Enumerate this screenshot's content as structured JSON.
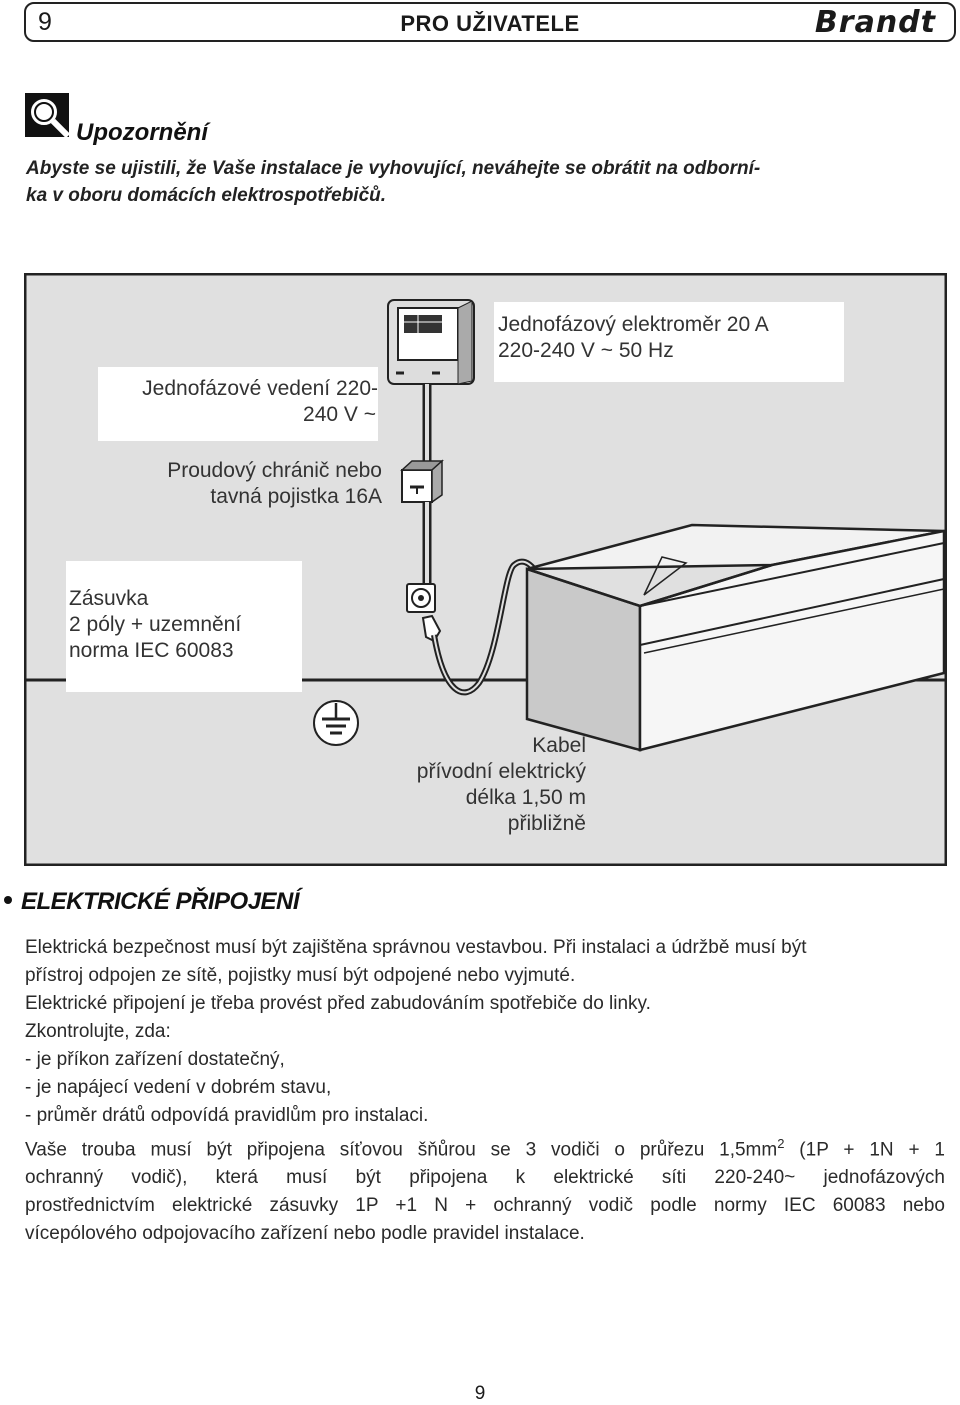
{
  "header": {
    "page_number": "9",
    "title": "PRO UŽIVATELE",
    "brand": "Brandt"
  },
  "warning": {
    "icon": "magnifier-icon",
    "title": "Upozornění",
    "lines": [
      "Abyste se ujistili, že Vaše instalace je vyhovující, neváhejte se obrátit na odborní-",
      "ka v oboru domácích elektrospotřebičů."
    ]
  },
  "diagram": {
    "meter_label": [
      "Jednofázový elektroměr 20 A",
      "220-240 V ~ 50 Hz"
    ],
    "line_label": [
      "Jednofázové vedení 220-",
      "240 V ~"
    ],
    "breaker_label": [
      "Proudový chránič nebo",
      "tavná pojistka 16A"
    ],
    "socket_label": [
      "Zásuvka",
      "2 póly + uzemnění",
      "norma IEC 60083"
    ],
    "cable_label": [
      "Kabel",
      "přívodní elektrický",
      "délka 1,50 m",
      "přibližně"
    ],
    "colors": {
      "background": "#e0e0e0",
      "stroke": "#222222"
    }
  },
  "section": {
    "title": "ELEKTRICKÉ PŘIPOJENÍ",
    "paragraphs": [
      "Elektrická bezpečnost musí být zajištěna správnou vestavbou. Při instalaci a údržbě musí být",
      "přístroj odpojen ze sítě, pojistky musí být odpojené nebo vyjmuté.",
      "Elektrické připojení je třeba provést před zabudováním spotřebiče do linky.",
      "Zkontrolujte, zda:",
      "- je příkon zařízení dostatečný,",
      "- je napájecí vedení v dobrém stavu,",
      "- průměr drátů odpovídá pravidlům pro instalaci."
    ],
    "final_line1_a": "Vaše trouba musí být připojena síťovou šňůrou se 3 vodiči o průřezu 1,5mm",
    "final_line1_sup": "2",
    "final_line1_b": " (1P + 1N + 1",
    "final_line2": "ochranný vodič), která musí být připojena k elektrické síti 220-240~ jednofázových",
    "final_line3": "prostřednictvím elektrické zásuvky 1P +1 N + ochranný vodič podle normy IEC 60083 nebo",
    "final_line4": "vícepólového odpojovacího zařízení nebo podle pravidel instalace."
  },
  "footer": {
    "page_number": "9"
  }
}
